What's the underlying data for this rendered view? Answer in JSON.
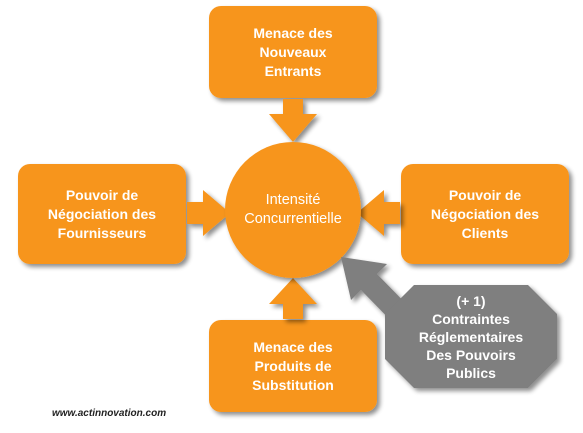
{
  "colors": {
    "box_fill": "#F7951D",
    "box_shadow": "#B5B5B5",
    "grey_fill": "#7F7F7F",
    "text": "#FFFFFF"
  },
  "nodes": {
    "top": {
      "label": "Menace des\nNouveaux\nEntrants"
    },
    "left": {
      "label": "Pouvoir de\nNégociation des\nFournisseurs"
    },
    "right": {
      "label": "Pouvoir de\nNégociation des\nClients"
    },
    "bottom": {
      "label": "Menace des\nProduits de\nSubstitution"
    },
    "center": {
      "label": "Intensité\nConcurrentielle"
    },
    "extra": {
      "label": "(+ 1)\nContraintes\nRéglementaires\nDes Pouvoirs\nPublics"
    }
  },
  "footer": {
    "credit": "www.actinnovation.com"
  }
}
